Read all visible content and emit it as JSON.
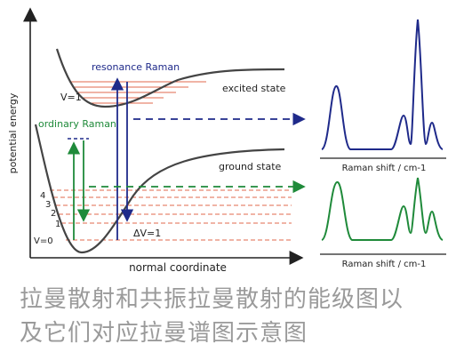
{
  "diagram": {
    "y_axis_label": "potential energy",
    "x_axis_label": "normal coordinate",
    "excited_state_label": "excited state",
    "ground_state_label": "ground state",
    "resonance_raman_label": "resonance Raman",
    "ordinary_raman_label": "ordinary Raman",
    "excited_level_label": "V=1",
    "ground_level_labels": [
      "4",
      "3",
      "2",
      "1",
      "V=0"
    ],
    "delta_v_label": "ΔV=1",
    "spectrum_axis_label_top": "Raman shift / cm-1",
    "spectrum_axis_label_bottom": "Raman shift / cm-1",
    "colors": {
      "resonance": "#1f2a8a",
      "ordinary": "#1f8a3a",
      "levels": "#e26a4e",
      "curves": "#444444"
    }
  },
  "caption": {
    "line1": "拉曼散射和共振拉曼散射的能级图以",
    "line2": "及它们对应拉曼谱图示意图"
  }
}
